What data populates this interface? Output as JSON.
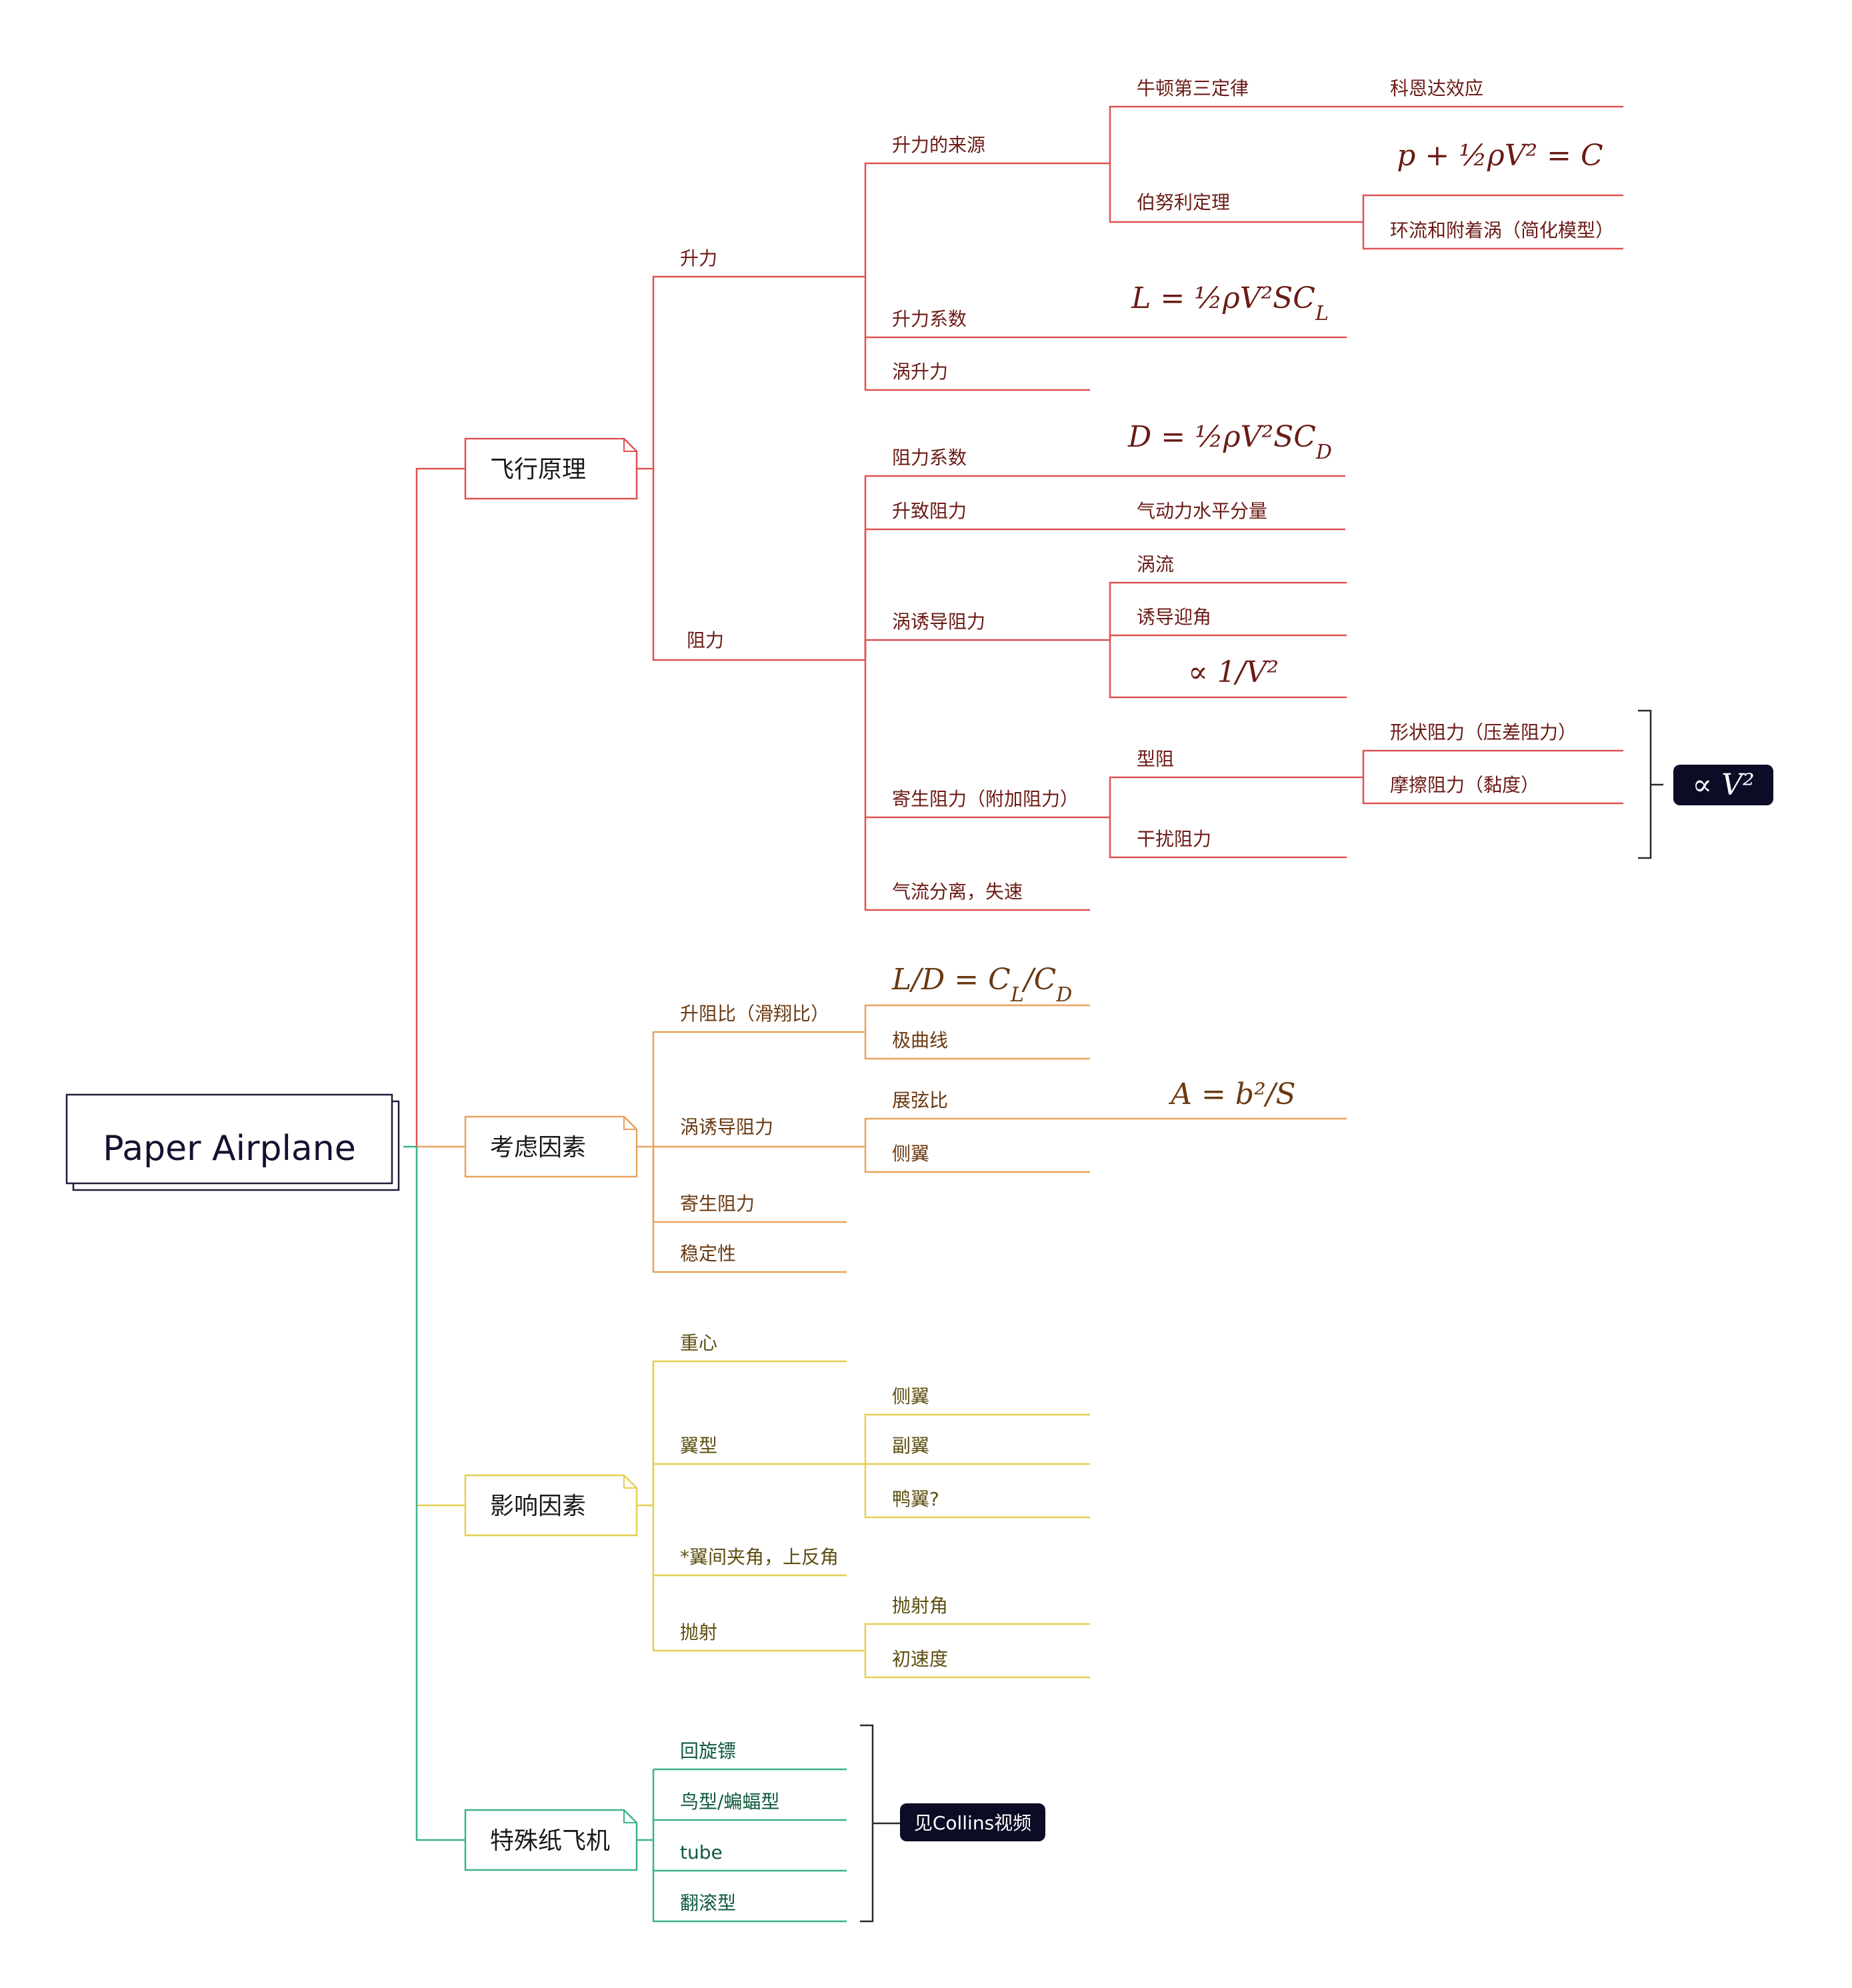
{
  "colors": {
    "red_line": "#e05252",
    "red_text": "#6b1b16",
    "orange_line": "#e8a35c",
    "orange_text": "#6b3a12",
    "yellow_line": "#e6cf52",
    "yellow_text": "#5c4f10",
    "green_line": "#3cb38a",
    "green_text": "#0f5a3c",
    "root_border": "#1f1d3a",
    "callout_bg": "#0d0c26"
  },
  "root": {
    "label": "Paper Airplane"
  },
  "branches": {
    "b1": "飞行原理",
    "b2": "考虑因素",
    "b3": "影响因素",
    "b4": "特殊纸飞机"
  },
  "flight": {
    "lift": "升力",
    "lift_source": "升力的来源",
    "newton": "牛顿第三定律",
    "coanda": "科恩达效应",
    "bernoulli": "伯努利定理",
    "bernoulli_eq": "p + ½ρV² = C",
    "circulation": "环流和附着涡（简化模型）",
    "lift_coef": "升力系数",
    "lift_eq": "L = ½ρV²SC",
    "lift_eq_sub": "L",
    "vortex_lift": "涡升力",
    "drag": "阻力",
    "drag_coef": "阻力系数",
    "drag_eq": "D = ½ρV²SC",
    "drag_eq_sub": "D",
    "induced_drag": "升致阻力",
    "horizontal": "气动力水平分量",
    "vortex_induced": "涡诱导阻力",
    "vortex": "涡流",
    "induced_angle": "诱导迎角",
    "inv_v2": "∝ 1/V²",
    "parasitic": "寄生阻力（附加阻力）",
    "profile": "型阻",
    "form": "形状阻力（压差阻力）",
    "friction": "摩擦阻力（黏度）",
    "interference": "干扰阻力",
    "v2_callout": "∝ V²",
    "stall": "气流分离，失速"
  },
  "consider": {
    "ld_ratio": "升阻比（滑翔比）",
    "ld_eq": "L/D = C",
    "ld_eq_sub1": "L",
    "ld_eq_mid": "/C",
    "ld_eq_sub2": "D",
    "polar": "极曲线",
    "vortex_induced": "涡诱导阻力",
    "aspect": "展弦比",
    "aspect_eq": "A = b²/S",
    "winglet": "侧翼",
    "parasitic": "寄生阻力",
    "stability": "稳定性"
  },
  "influence": {
    "cg": "重心",
    "airfoil": "翼型",
    "winglet": "侧翼",
    "aileron": "副翼",
    "canard": "鸭翼?",
    "dihedral": "*翼间夹角，上反角",
    "launch": "抛射",
    "launch_angle": "抛射角",
    "init_speed": "初速度"
  },
  "special": {
    "boomerang": "回旋镖",
    "bird_bat": "鸟型/蝙蝠型",
    "tube": "tube",
    "tumble": "翻滚型",
    "collins": "见Collins视频"
  }
}
